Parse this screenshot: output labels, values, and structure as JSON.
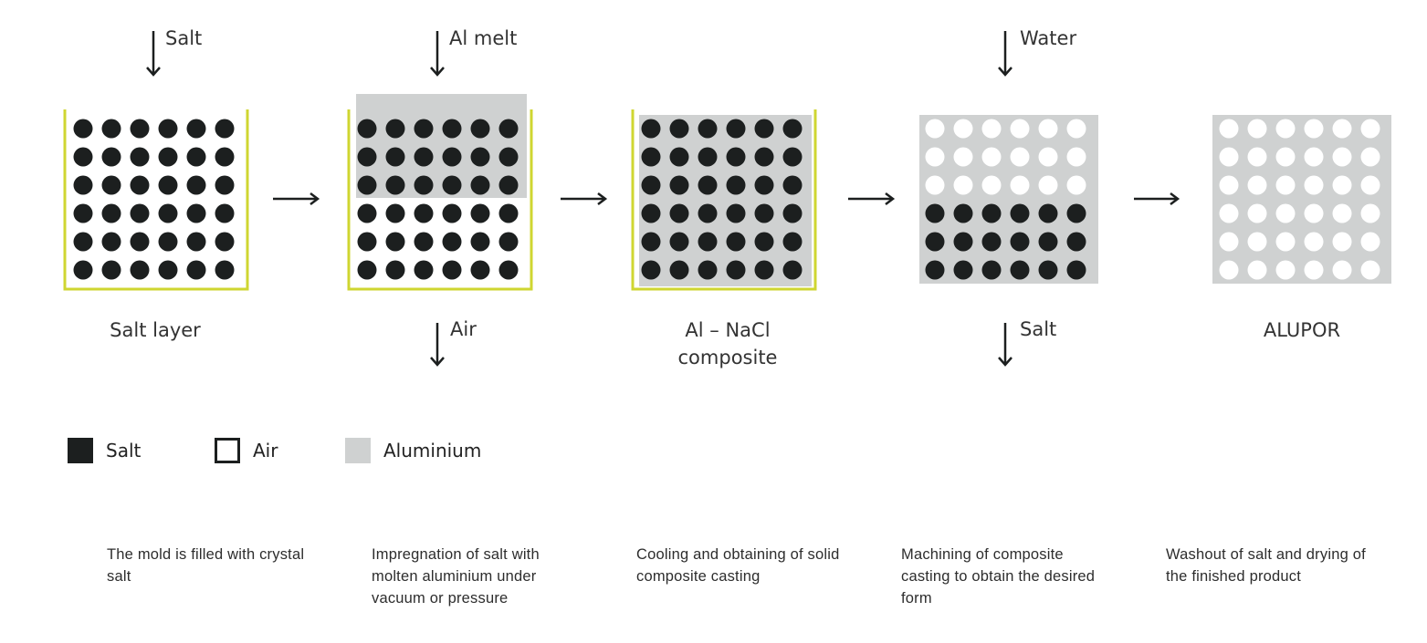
{
  "colors": {
    "salt": "#1c1f1f",
    "air": "#ffffff",
    "aluminium": "#cfd1d1",
    "mold": "#cfd631",
    "arrow": "#1c1f1f"
  },
  "stages": [
    {
      "label": "Salt layer",
      "input": "Salt",
      "output": ""
    },
    {
      "label": "",
      "input": "Al melt",
      "output": "Air"
    },
    {
      "label": "Al – NaCl composite",
      "label_line1": "Al – NaCl",
      "label_line2": "composite",
      "input": "",
      "output": ""
    },
    {
      "label": "",
      "input": "Water",
      "output": "Salt"
    },
    {
      "label": "ALUPOR",
      "input": "",
      "output": ""
    }
  ],
  "legend": [
    {
      "name": "Salt",
      "swatch": "salt"
    },
    {
      "name": "Air",
      "swatch": "air"
    },
    {
      "name": "Aluminium",
      "swatch": "aluminium"
    }
  ],
  "descriptions": [
    "The mold is filled with crystal salt",
    "Impregnation of salt with molten aluminium under vacuum or pressure",
    "Cooling and obtaining of solid composite casting",
    "Machining of composite casting to obtain the desired form",
    "Washout of salt and drying of the finished product"
  ]
}
